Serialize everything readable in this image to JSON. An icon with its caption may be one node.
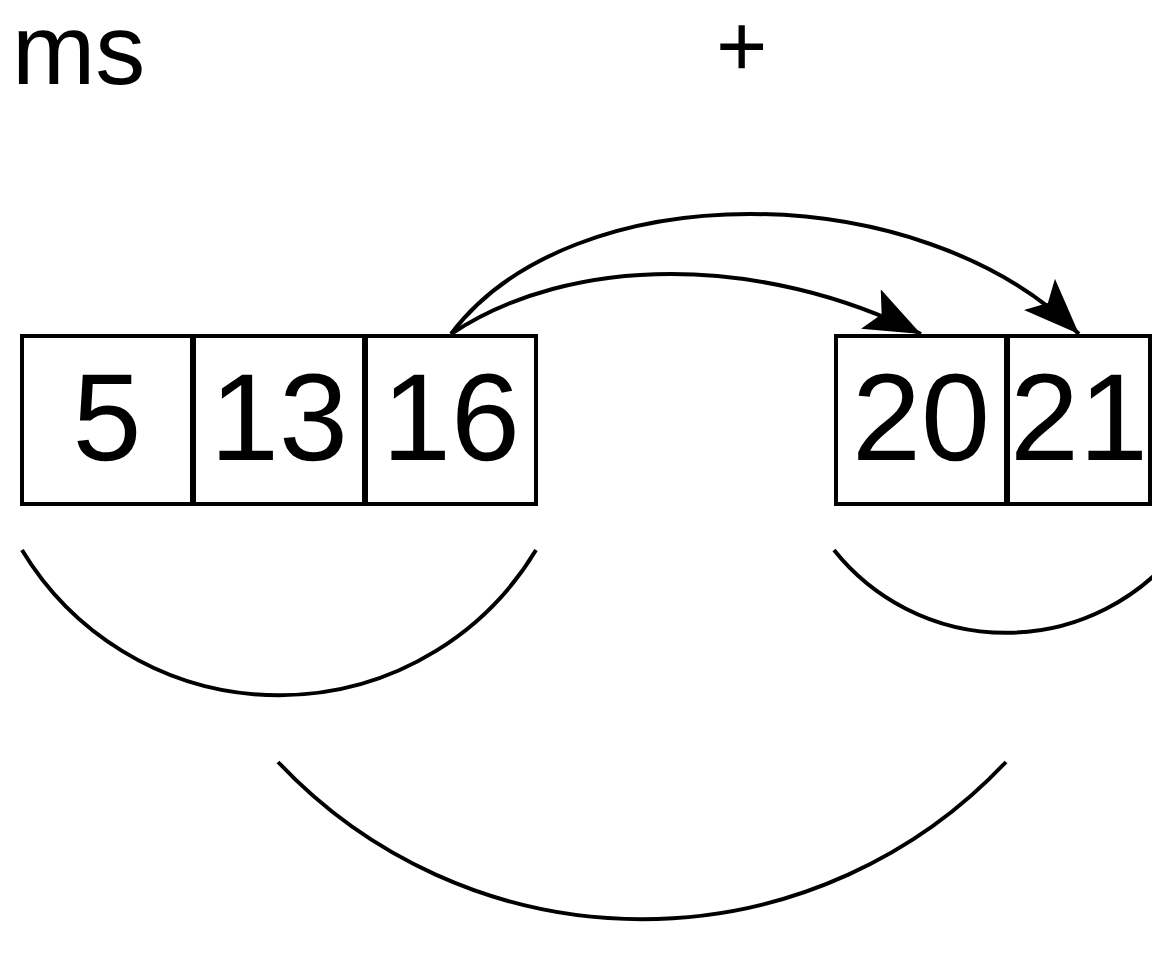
{
  "diagram": {
    "title": "ms",
    "nodes": [
      {
        "text": [
          "5"
        ]
      },
      {
        "text": [
          "13"
        ]
      },
      {
        "text": [
          "16"
        ]
      },
      {
        "text": [
          "20"
        ]
      },
      {
        "text": [
          "21"
        ]
      }
    ],
    "edges": [
      {
        "from": 2,
        "to": 3,
        "arrow": "to"
      },
      {
        "from": 2,
        "to": 4,
        "arrow": "to"
      }
    ],
    "labels": [
      "+"
    ]
  }
}
